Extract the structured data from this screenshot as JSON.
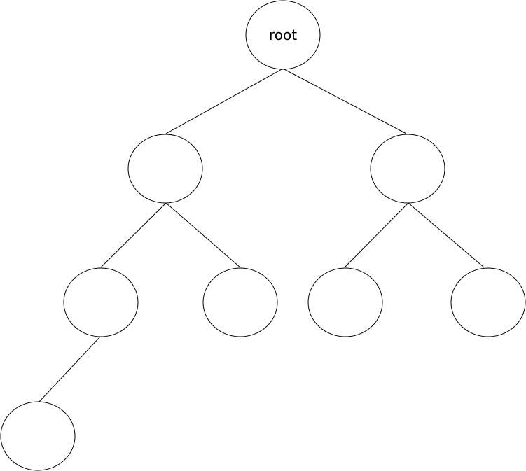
{
  "diagram": {
    "type": "binary-tree",
    "root_label": "root",
    "nodes": [
      {
        "id": "root",
        "label": "root",
        "parent": null
      },
      {
        "id": "left",
        "label": "",
        "parent": "root"
      },
      {
        "id": "right",
        "label": "",
        "parent": "root"
      },
      {
        "id": "left-left",
        "label": "",
        "parent": "left"
      },
      {
        "id": "left-right",
        "label": "",
        "parent": "left"
      },
      {
        "id": "right-left",
        "label": "",
        "parent": "right"
      },
      {
        "id": "right-right",
        "label": "",
        "parent": "right"
      },
      {
        "id": "left-left-left",
        "label": "",
        "parent": "left-left"
      }
    ],
    "colors": {
      "stroke": "#000000",
      "fill": "#ffffff",
      "text": "#000000"
    }
  }
}
